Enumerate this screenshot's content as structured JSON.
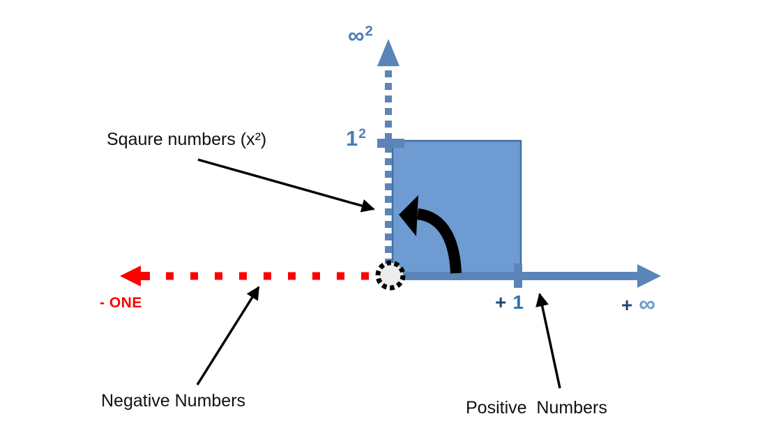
{
  "colors": {
    "axis_blue": "#5B85B9",
    "square_fill": "#6E9BD1",
    "square_border": "#41719C",
    "label_blue": "#4A7DB8",
    "plus_sign_blue": "#1F4975",
    "one_value_blue": "#2E74B6",
    "infinity_value_blue": "#6D9AD0",
    "negative_red": "#FF0000",
    "annotation_black": "#000000",
    "origin_circle_fill": "#EDEDED"
  },
  "axis": {
    "vertical_end_label": {
      "base": "∞",
      "sup": "2"
    },
    "vertical_tick_label": {
      "base": "1",
      "sup": "2"
    },
    "negative_end_label": "- ONE",
    "positive_tick_label": {
      "plus": "+",
      "value": "1"
    },
    "positive_end_label": {
      "plus": "+",
      "value": "∞"
    }
  },
  "annotations": {
    "square_numbers_label": "Sqaure numbers (x²)",
    "negative_numbers_label": "Negative Numbers",
    "positive_numbers_label": "Positive  Numbers"
  }
}
